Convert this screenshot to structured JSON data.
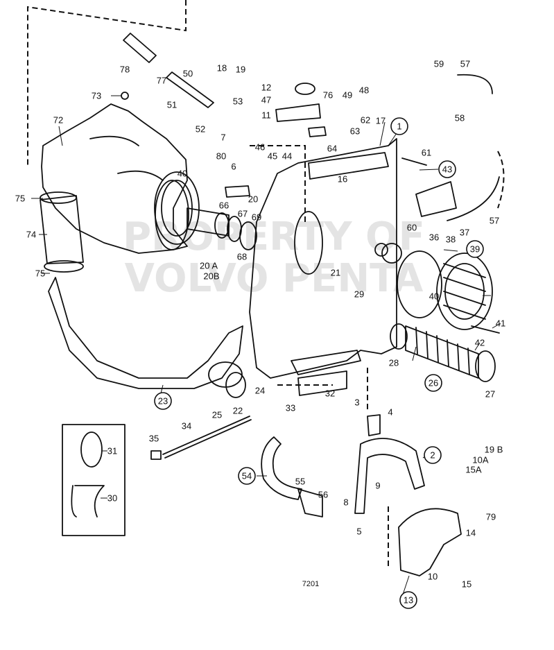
{
  "diagram_code": "7201",
  "watermark": [
    "PROPERTY OF",
    "VOLVO PENTA"
  ],
  "callouts": [
    {
      "id": "c1",
      "text": "1",
      "circled": true
    },
    {
      "id": "c2",
      "text": "2",
      "circled": true
    },
    {
      "id": "c3",
      "text": "3",
      "circled": false
    },
    {
      "id": "c4",
      "text": "4",
      "circled": false
    },
    {
      "id": "c5",
      "text": "5",
      "circled": false
    },
    {
      "id": "c6",
      "text": "6",
      "circled": false
    },
    {
      "id": "c7",
      "text": "7",
      "circled": false
    },
    {
      "id": "c8",
      "text": "8",
      "circled": false
    },
    {
      "id": "c9",
      "text": "9",
      "circled": false
    },
    {
      "id": "c10",
      "text": "10",
      "circled": false
    },
    {
      "id": "c10a",
      "text": "10A",
      "circled": false
    },
    {
      "id": "c11",
      "text": "11",
      "circled": false
    },
    {
      "id": "c12",
      "text": "12",
      "circled": false
    },
    {
      "id": "c13",
      "text": "13",
      "circled": true
    },
    {
      "id": "c14",
      "text": "14",
      "circled": false
    },
    {
      "id": "c15",
      "text": "15",
      "circled": false
    },
    {
      "id": "c15a",
      "text": "15A",
      "circled": false
    },
    {
      "id": "c16",
      "text": "16",
      "circled": false
    },
    {
      "id": "c17",
      "text": "17",
      "circled": false
    },
    {
      "id": "c18",
      "text": "18",
      "circled": false
    },
    {
      "id": "c19",
      "text": "19",
      "circled": false
    },
    {
      "id": "c19b",
      "text": "19 B",
      "circled": false
    },
    {
      "id": "c20",
      "text": "20",
      "circled": false
    },
    {
      "id": "c20a",
      "text": "20 A",
      "circled": false
    },
    {
      "id": "c20b",
      "text": "20B",
      "circled": false
    },
    {
      "id": "c21",
      "text": "21",
      "circled": false
    },
    {
      "id": "c22",
      "text": "22",
      "circled": false
    },
    {
      "id": "c23",
      "text": "23",
      "circled": true
    },
    {
      "id": "c24",
      "text": "24",
      "circled": false
    },
    {
      "id": "c25",
      "text": "25",
      "circled": false
    },
    {
      "id": "c26",
      "text": "26",
      "circled": true
    },
    {
      "id": "c27",
      "text": "27",
      "circled": false
    },
    {
      "id": "c28",
      "text": "28",
      "circled": false
    },
    {
      "id": "c29",
      "text": "29",
      "circled": false
    },
    {
      "id": "c30",
      "text": "30",
      "circled": false
    },
    {
      "id": "c31",
      "text": "31",
      "circled": false
    },
    {
      "id": "c32",
      "text": "32",
      "circled": false
    },
    {
      "id": "c33",
      "text": "33",
      "circled": false
    },
    {
      "id": "c34",
      "text": "34",
      "circled": false
    },
    {
      "id": "c35",
      "text": "35",
      "circled": false
    },
    {
      "id": "c36",
      "text": "36",
      "circled": false
    },
    {
      "id": "c37",
      "text": "37",
      "circled": false
    },
    {
      "id": "c38",
      "text": "38",
      "circled": false
    },
    {
      "id": "c39",
      "text": "39",
      "circled": true
    },
    {
      "id": "c40a",
      "text": "40",
      "circled": false
    },
    {
      "id": "c40b",
      "text": "40",
      "circled": false
    },
    {
      "id": "c41",
      "text": "41",
      "circled": false
    },
    {
      "id": "c42",
      "text": "42",
      "circled": false
    },
    {
      "id": "c43",
      "text": "43",
      "circled": true
    },
    {
      "id": "c44",
      "text": "44",
      "circled": false
    },
    {
      "id": "c45",
      "text": "45",
      "circled": false
    },
    {
      "id": "c46",
      "text": "46",
      "circled": false
    },
    {
      "id": "c47",
      "text": "47",
      "circled": false
    },
    {
      "id": "c48",
      "text": "48",
      "circled": false
    },
    {
      "id": "c49",
      "text": "49",
      "circled": false
    },
    {
      "id": "c50",
      "text": "50",
      "circled": false
    },
    {
      "id": "c51",
      "text": "51",
      "circled": false
    },
    {
      "id": "c52",
      "text": "52",
      "circled": false
    },
    {
      "id": "c53",
      "text": "53",
      "circled": false
    },
    {
      "id": "c54",
      "text": "54",
      "circled": true
    },
    {
      "id": "c55",
      "text": "55",
      "circled": false
    },
    {
      "id": "c56",
      "text": "56",
      "circled": false
    },
    {
      "id": "c57a",
      "text": "57",
      "circled": false
    },
    {
      "id": "c57b",
      "text": "57",
      "circled": false
    },
    {
      "id": "c58",
      "text": "58",
      "circled": false
    },
    {
      "id": "c59",
      "text": "59",
      "circled": false
    },
    {
      "id": "c60",
      "text": "60",
      "circled": false
    },
    {
      "id": "c61",
      "text": "61",
      "circled": false
    },
    {
      "id": "c62",
      "text": "62",
      "circled": false
    },
    {
      "id": "c63",
      "text": "63",
      "circled": false
    },
    {
      "id": "c64",
      "text": "64",
      "circled": false
    },
    {
      "id": "c66",
      "text": "66",
      "circled": false
    },
    {
      "id": "c67",
      "text": "67",
      "circled": false
    },
    {
      "id": "c68",
      "text": "68",
      "circled": false
    },
    {
      "id": "c69",
      "text": "69",
      "circled": false
    },
    {
      "id": "c72",
      "text": "72",
      "circled": false
    },
    {
      "id": "c73",
      "text": "73",
      "circled": false
    },
    {
      "id": "c74",
      "text": "74",
      "circled": false
    },
    {
      "id": "c75a",
      "text": "75",
      "circled": false
    },
    {
      "id": "c75b",
      "text": "75",
      "circled": false
    },
    {
      "id": "c76",
      "text": "76",
      "circled": false
    },
    {
      "id": "c77",
      "text": "77",
      "circled": false
    },
    {
      "id": "c78",
      "text": "78",
      "circled": false
    },
    {
      "id": "c79",
      "text": "79",
      "circled": false
    },
    {
      "id": "c80",
      "text": "80",
      "circled": false
    }
  ]
}
